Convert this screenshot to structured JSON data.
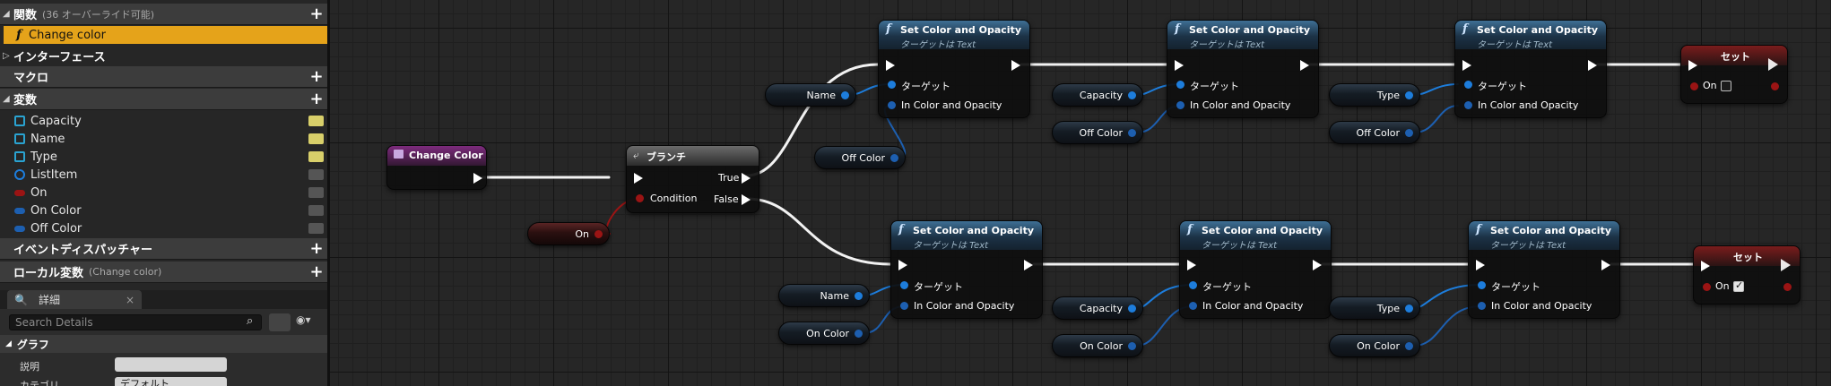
{
  "sidebar": {
    "functions": {
      "label": "関数",
      "sub": "(36 オーバーライド可能)",
      "selected_item": "Change color"
    },
    "interfaces": {
      "label": "インターフェース"
    },
    "macros": {
      "label": "マクロ"
    },
    "variables": {
      "label": "変数",
      "items": [
        {
          "label": "Capacity",
          "color": "#2aa3d1"
        },
        {
          "label": "Name",
          "color": "#2aa3d1"
        },
        {
          "label": "Type",
          "color": "#2aa3d1"
        },
        {
          "label": "ListItem",
          "color": "#1d7ddc"
        },
        {
          "label": "On",
          "color": "#9b1414"
        },
        {
          "label": "On Color",
          "color": "#1d5fb0"
        },
        {
          "label": "Off Color",
          "color": "#1d5fb0"
        }
      ]
    },
    "event_dispatchers": {
      "label": "イベントディスパッチャー"
    },
    "local_vars": {
      "label": "ローカル変数",
      "sub": "(Change color)"
    }
  },
  "details": {
    "tab_label": "詳細",
    "search_placeholder": "Search Details",
    "section": "グラフ",
    "desc_label": "説明",
    "category_label": "カテゴリ",
    "category_value": "デフォルト"
  },
  "graph": {
    "event_node": {
      "title": "Change Color"
    },
    "branch_node": {
      "title": "ブランチ",
      "true_label": "True",
      "false_label": "False",
      "condition_label": "Condition"
    },
    "set_color_title": "Set Color and Opacity",
    "set_color_subtitle": "ターゲットは Text",
    "target_label": "ターゲット",
    "in_color_label": "In Color and Opacity",
    "set_title": "セット",
    "on_label": "On",
    "vars": {
      "name": "Name",
      "capacity": "Capacity",
      "type": "Type",
      "off_color": "Off Color",
      "on_color": "On Color",
      "on": "On"
    },
    "top_checkbox_checked": false,
    "bottom_checkbox_checked": true
  }
}
